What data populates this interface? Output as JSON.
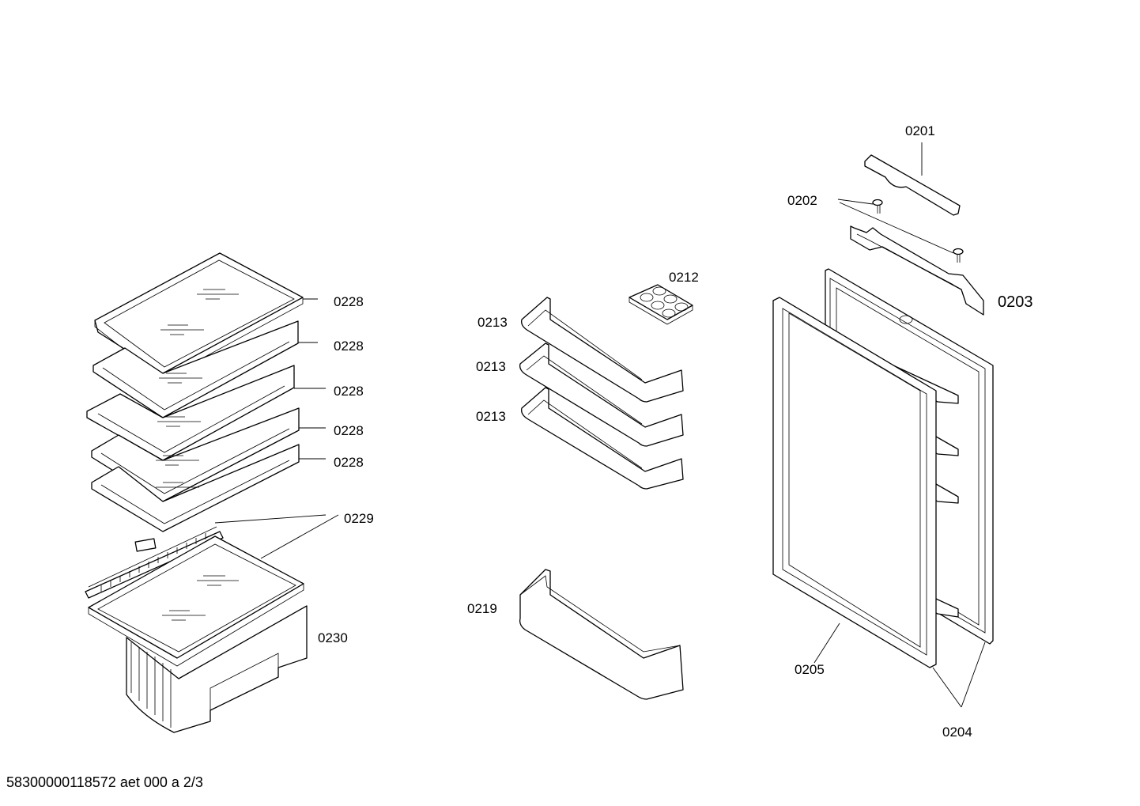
{
  "labels": {
    "p0201": "0201",
    "p0202": "0202",
    "p0203": "0203",
    "p0204": "0204",
    "p0205": "0205",
    "p0212": "0212",
    "p0213a": "0213",
    "p0213b": "0213",
    "p0213c": "0213",
    "p0219": "0219",
    "p0228a": "0228",
    "p0228b": "0228",
    "p0228c": "0228",
    "p0228d": "0228",
    "p0228e": "0228",
    "p0229": "0229",
    "p0230": "0230"
  },
  "footer": "58300000118572 aet 000 a 2/3"
}
